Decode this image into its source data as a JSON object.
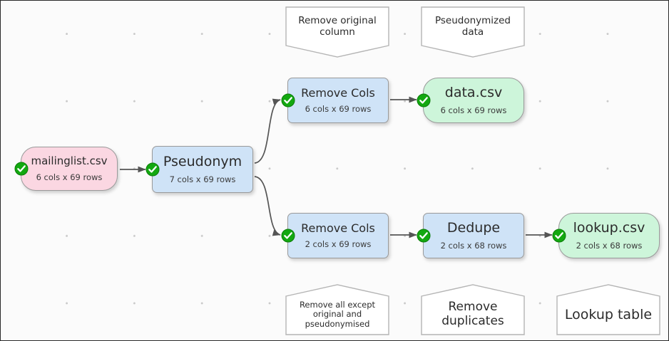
{
  "canvas": {
    "background": "#fbfbfb",
    "grid_dot_color": "#c9c9c9",
    "border_color": "#2a2a2a"
  },
  "palette": {
    "file_pink": "#fbd7e2",
    "operation_blue": "#cfe3f7",
    "file_green": "#cdf5da",
    "note_white": "#ffffff",
    "status_ok_green": "#13a810",
    "edge_gray": "#555555"
  },
  "nodes": [
    {
      "id": "mailinglist",
      "title": "mailinglist.csv",
      "sub": "6 cols x 69 rows",
      "status_icon": "check-circle-icon",
      "status": "ok"
    },
    {
      "id": "pseudonym",
      "title": "Pseudonym",
      "sub": "7 cols x 69 rows",
      "status_icon": "check-circle-icon",
      "status": "ok"
    },
    {
      "id": "remove-cols-top",
      "title": "Remove Cols",
      "sub": "6 cols x 69 rows",
      "status_icon": "check-circle-icon",
      "status": "ok"
    },
    {
      "id": "data-csv",
      "title": "data.csv",
      "sub": "6 cols x 69 rows",
      "status_icon": "check-circle-icon",
      "status": "ok"
    },
    {
      "id": "remove-cols-bottom",
      "title": "Remove Cols",
      "sub": "2 cols x 69 rows",
      "status_icon": "check-circle-icon",
      "status": "ok"
    },
    {
      "id": "dedupe",
      "title": "Dedupe",
      "sub": "2 cols x 68 rows",
      "status_icon": "check-circle-icon",
      "status": "ok"
    },
    {
      "id": "lookup-csv",
      "title": "lookup.csv",
      "sub": "2 cols x 68 rows",
      "status_icon": "check-circle-icon",
      "status": "ok"
    }
  ],
  "notes": [
    {
      "id": "note-remove-original-column",
      "text": "Remove original column"
    },
    {
      "id": "note-pseudonymized-data",
      "text": "Pseudonymized data"
    },
    {
      "id": "note-remove-all-except",
      "text": "Remove all except original and pseudonymised"
    },
    {
      "id": "note-remove-duplicates",
      "text": "Remove duplicates"
    },
    {
      "id": "note-lookup-table",
      "text": "Lookup table"
    }
  ],
  "edges": [
    {
      "from": "mailinglist",
      "to": "pseudonym",
      "style": "straight"
    },
    {
      "from": "pseudonym",
      "to": "remove-cols-top",
      "style": "curved"
    },
    {
      "from": "pseudonym",
      "to": "remove-cols-bottom",
      "style": "curved"
    },
    {
      "from": "remove-cols-top",
      "to": "data-csv",
      "style": "straight"
    },
    {
      "from": "remove-cols-bottom",
      "to": "dedupe",
      "style": "straight"
    },
    {
      "from": "dedupe",
      "to": "lookup-csv",
      "style": "straight"
    }
  ]
}
